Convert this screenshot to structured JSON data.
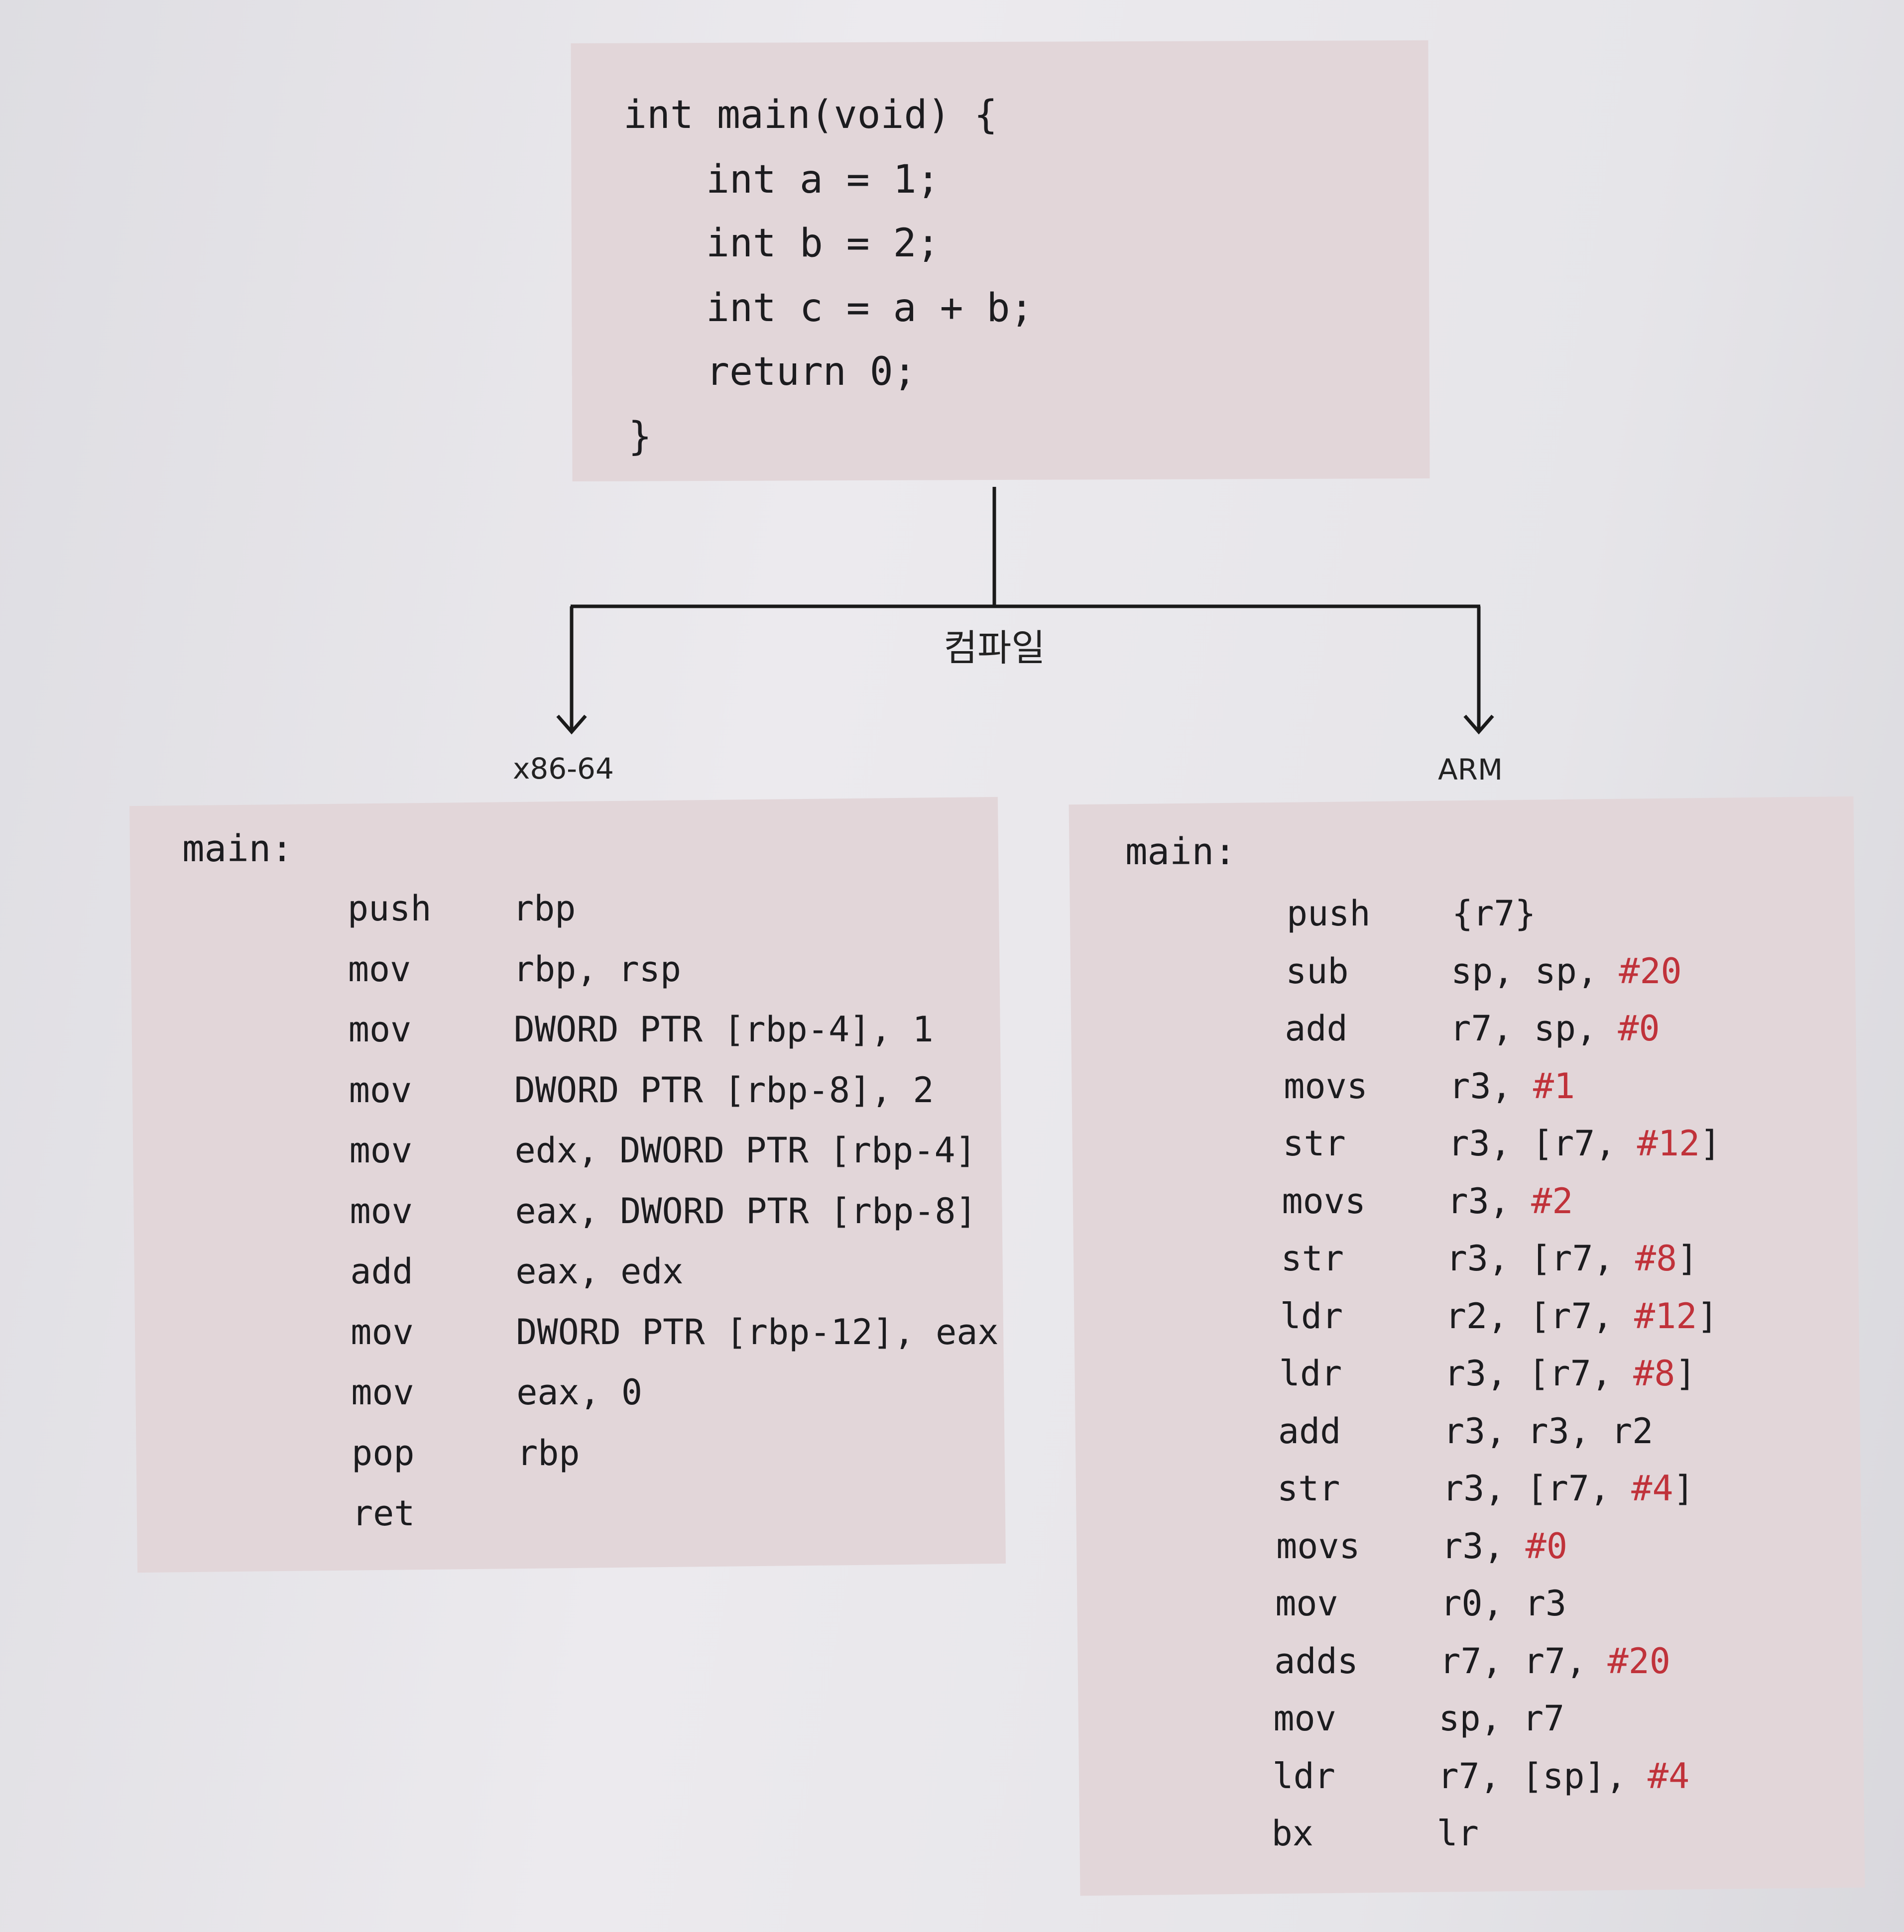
{
  "source_code": {
    "lines": [
      "int main(void) {",
      "int a = 1;",
      "int b = 2;",
      "int c = a + b;",
      "return 0;",
      "}"
    ]
  },
  "compile_label": "컴파일",
  "x86": {
    "arch_label": "x86-64",
    "func_label": "main:",
    "instructions": [
      {
        "op": "push",
        "args": [
          "rbp"
        ]
      },
      {
        "op": "mov",
        "args": [
          "rbp, rsp"
        ]
      },
      {
        "op": "mov",
        "args": [
          "DWORD PTR [rbp-4], 1"
        ]
      },
      {
        "op": "mov",
        "args": [
          "DWORD PTR [rbp-8], 2"
        ]
      },
      {
        "op": "mov",
        "args": [
          "edx, DWORD PTR [rbp-4]"
        ]
      },
      {
        "op": "mov",
        "args": [
          "eax, DWORD PTR [rbp-8]"
        ]
      },
      {
        "op": "add",
        "args": [
          "eax, edx"
        ]
      },
      {
        "op": "mov",
        "args": [
          "DWORD PTR [rbp-12], eax"
        ]
      },
      {
        "op": "mov",
        "args": [
          "eax, 0"
        ]
      },
      {
        "op": "pop",
        "args": [
          "rbp"
        ]
      },
      {
        "op": "ret",
        "args": []
      }
    ]
  },
  "arm": {
    "arch_label": "ARM",
    "func_label": "main:",
    "immediate_color": "#c0323a",
    "instructions": [
      {
        "op": "push",
        "args": [
          "{r7}"
        ]
      },
      {
        "op": "sub",
        "args": [
          "sp, sp, ",
          "#20"
        ]
      },
      {
        "op": "add",
        "args": [
          "r7, sp, ",
          "#0"
        ]
      },
      {
        "op": "movs",
        "args": [
          "r3, ",
          "#1"
        ]
      },
      {
        "op": "str",
        "args": [
          "r3, [r7, ",
          "#12",
          "]"
        ]
      },
      {
        "op": "movs",
        "args": [
          "r3, ",
          "#2"
        ]
      },
      {
        "op": "str",
        "args": [
          "r3, [r7, ",
          "#8",
          "]"
        ]
      },
      {
        "op": "ldr",
        "args": [
          "r2, [r7, ",
          "#12",
          "]"
        ]
      },
      {
        "op": "ldr",
        "args": [
          "r3, [r7, ",
          "#8",
          "]"
        ]
      },
      {
        "op": "add",
        "args": [
          "r3, r3, r2"
        ]
      },
      {
        "op": "str",
        "args": [
          "r3, [r7, ",
          "#4",
          "]"
        ]
      },
      {
        "op": "movs",
        "args": [
          "r3, ",
          "#0"
        ]
      },
      {
        "op": "mov",
        "args": [
          "r0, r3"
        ]
      },
      {
        "op": "adds",
        "args": [
          "r7, r7, ",
          "#20"
        ]
      },
      {
        "op": "mov",
        "args": [
          "sp, r7"
        ]
      },
      {
        "op": "ldr",
        "args": [
          "r7, [sp], ",
          "#4"
        ]
      },
      {
        "op": "bx",
        "args": [
          "lr"
        ]
      }
    ]
  }
}
